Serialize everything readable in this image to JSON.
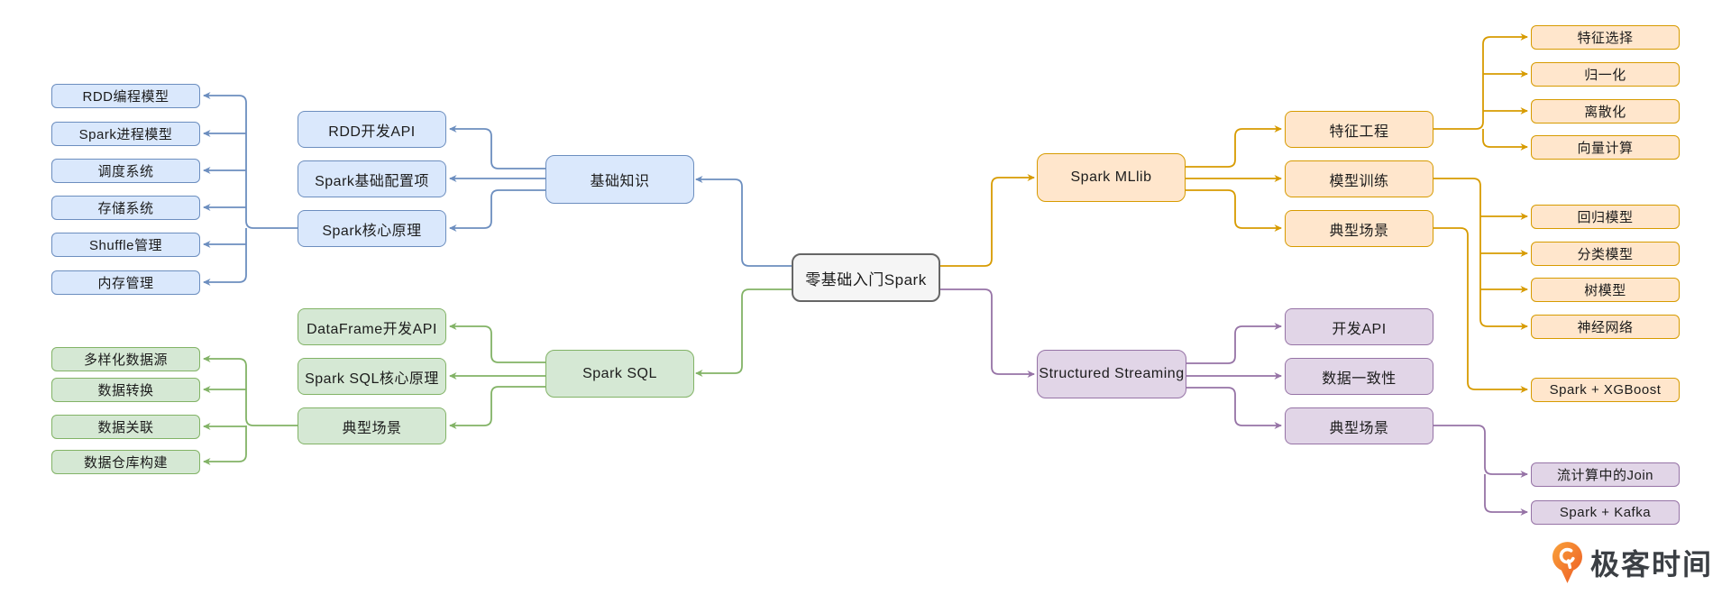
{
  "colors": {
    "blue_fill": "#dae8fc",
    "blue_border": "#6c8ebf",
    "green_fill": "#d5e8d4",
    "green_border": "#82b366",
    "orange_fill": "#ffe6cc",
    "orange_border": "#d79b00",
    "purple_fill": "#e1d5e7",
    "purple_border": "#9673a6",
    "center_fill": "#f5f5f5",
    "center_border": "#666666"
  },
  "nodes": {
    "center": {
      "label": "零基础入门Spark"
    },
    "basics": {
      "label": "基础知识"
    },
    "rdd_api": {
      "label": "RDD开发API"
    },
    "spark_config": {
      "label": "Spark基础配置项"
    },
    "spark_core": {
      "label": "Spark核心原理"
    },
    "rdd_model": {
      "label": "RDD编程模型"
    },
    "process_model": {
      "label": "Spark进程模型"
    },
    "scheduling": {
      "label": "调度系统"
    },
    "storage": {
      "label": "存储系统"
    },
    "shuffle": {
      "label": "Shuffle管理"
    },
    "memory": {
      "label": "内存管理"
    },
    "spark_sql": {
      "label": "Spark SQL"
    },
    "dataframe_api": {
      "label": "DataFrame开发API"
    },
    "sql_core": {
      "label": "Spark SQL核心原理"
    },
    "sql_scenarios": {
      "label": "典型场景"
    },
    "data_sources": {
      "label": "多样化数据源"
    },
    "data_transform": {
      "label": "数据转换"
    },
    "data_join": {
      "label": "数据关联"
    },
    "data_warehouse": {
      "label": "数据仓库构建"
    },
    "mllib": {
      "label": "Spark MLlib"
    },
    "feature_eng": {
      "label": "特征工程"
    },
    "model_training": {
      "label": "模型训练"
    },
    "ml_scenarios": {
      "label": "典型场景"
    },
    "feature_selection": {
      "label": "特征选择"
    },
    "normalization": {
      "label": "归一化"
    },
    "discretization": {
      "label": "离散化"
    },
    "vector_compute": {
      "label": "向量计算"
    },
    "regression": {
      "label": "回归模型"
    },
    "classification": {
      "label": "分类模型"
    },
    "tree_model": {
      "label": "树模型"
    },
    "neural_network": {
      "label": "神经网络"
    },
    "xgboost": {
      "label": "Spark + XGBoost"
    },
    "streaming": {
      "label": "Structured Streaming"
    },
    "dev_api": {
      "label": "开发API"
    },
    "consistency": {
      "label": "数据一致性"
    },
    "stream_scenarios": {
      "label": "典型场景"
    },
    "stream_join": {
      "label": "流计算中的Join"
    },
    "kafka": {
      "label": "Spark + Kafka"
    }
  },
  "hierarchy": {
    "center": [
      "basics",
      "spark_sql",
      "mllib",
      "streaming"
    ],
    "basics": [
      "rdd_api",
      "spark_config",
      "spark_core"
    ],
    "spark_core": [
      "rdd_model",
      "process_model",
      "scheduling",
      "storage",
      "shuffle",
      "memory"
    ],
    "spark_sql": [
      "dataframe_api",
      "sql_core",
      "sql_scenarios"
    ],
    "sql_scenarios": [
      "data_sources",
      "data_transform",
      "data_join",
      "data_warehouse"
    ],
    "mllib": [
      "feature_eng",
      "model_training",
      "ml_scenarios"
    ],
    "feature_eng": [
      "feature_selection",
      "normalization",
      "discretization",
      "vector_compute"
    ],
    "model_training": [
      "regression",
      "classification",
      "tree_model",
      "neural_network"
    ],
    "ml_scenarios": [
      "xgboost"
    ],
    "streaming": [
      "dev_api",
      "consistency",
      "stream_scenarios"
    ],
    "stream_scenarios": [
      "stream_join",
      "kafka"
    ]
  },
  "logo": {
    "text": "极客时间"
  }
}
